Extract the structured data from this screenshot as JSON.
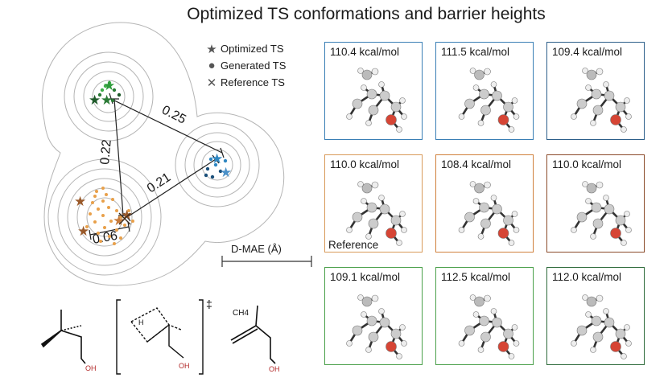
{
  "title": "Optimized TS conformations and barrier heights",
  "legend": {
    "optimized": "Optimized TS",
    "generated": "Generated TS",
    "reference": "Reference TS"
  },
  "distances": {
    "green_blue": "0.25",
    "green_orange": "0.22",
    "blue_orange": "0.21",
    "orange_reference": "0.06"
  },
  "scale_label": "D-MAE (Å)",
  "cluster_colors": {
    "green": "#2e9a3a",
    "green_dark": "#1f5a2a",
    "blue": "#2e86c1",
    "blue_dark": "#1a4f7a",
    "orange": "#e8a04a",
    "orange_dark": "#9a5a2a"
  },
  "panels": [
    {
      "energy": "110.4 kcal/mol",
      "border": "#3a7fb5"
    },
    {
      "energy": "111.5 kcal/mol",
      "border": "#3a7fb5"
    },
    {
      "energy": "109.4 kcal/mol",
      "border": "#2d5f8a"
    },
    {
      "energy": "110.0 kcal/mol",
      "border": "#d89a5a",
      "label": "Reference"
    },
    {
      "energy": "108.4 kcal/mol",
      "border": "#d0803c"
    },
    {
      "energy": "110.0 kcal/mol",
      "border": "#8a4a2a"
    },
    {
      "energy": "109.1 kcal/mol",
      "border": "#4aa04a"
    },
    {
      "energy": "112.5 kcal/mol",
      "border": "#4aa04a"
    },
    {
      "energy": "112.0 kcal/mol",
      "border": "#2d6a3a"
    }
  ],
  "molecules": {
    "reactant_oh": "OH",
    "ts_h": "H",
    "ts_oh": "OH",
    "ts_symbol": "‡",
    "product_ch4": "CH4",
    "product_oh": "OH"
  }
}
